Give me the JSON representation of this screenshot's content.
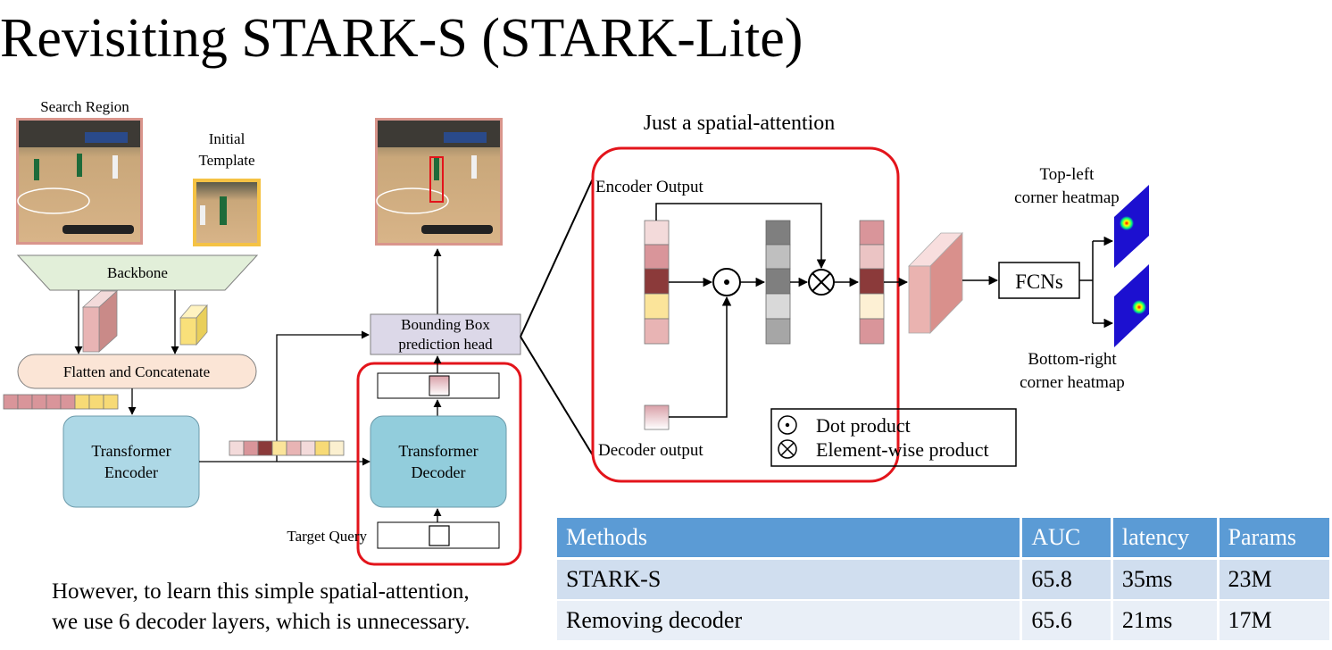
{
  "title": "Revisiting STARK-S (STARK-Lite)",
  "left": {
    "search_region": "Search Region",
    "initial_template_line1": "Initial",
    "initial_template_line2": "Template",
    "backbone": "Backbone",
    "flatten_concat": "Flatten and Concatenate",
    "encoder_line1": "Transformer",
    "encoder_line2": "Encoder",
    "decoder_line1": "Transformer",
    "decoder_line2": "Decoder",
    "bbox_line1": "Bounding Box",
    "bbox_line2": "prediction head",
    "target_query": "Target Query"
  },
  "center": {
    "caption": "Just a spatial-attention",
    "encoder_output": "Encoder Output",
    "decoder_output": "Decoder output",
    "legend_dot": "Dot product",
    "legend_elem": "Element-wise product"
  },
  "right": {
    "fcns": "FCNs",
    "top_left_line1": "Top-left",
    "top_left_line2": "corner heatmap",
    "bottom_right_line1": "Bottom-right",
    "bottom_right_line2": "corner heatmap"
  },
  "note": {
    "line1": "However, to learn this simple spatial-attention,",
    "line2": "we use 6 decoder layers, which is unnecessary."
  },
  "table": {
    "headers": [
      "Methods",
      "AUC",
      "latency",
      "Params"
    ],
    "rows": [
      [
        "STARK-S",
        "65.8",
        "35ms",
        "23M"
      ],
      [
        "Removing decoder",
        "65.6",
        "21ms",
        "17M"
      ]
    ]
  },
  "colors": {
    "highlight_red": "#e3141b",
    "table_header": "#5b9bd5",
    "teal_box": "#add8e6",
    "backbone_green": "#e2efd9",
    "flatten_orange": "#fbe5d6"
  }
}
